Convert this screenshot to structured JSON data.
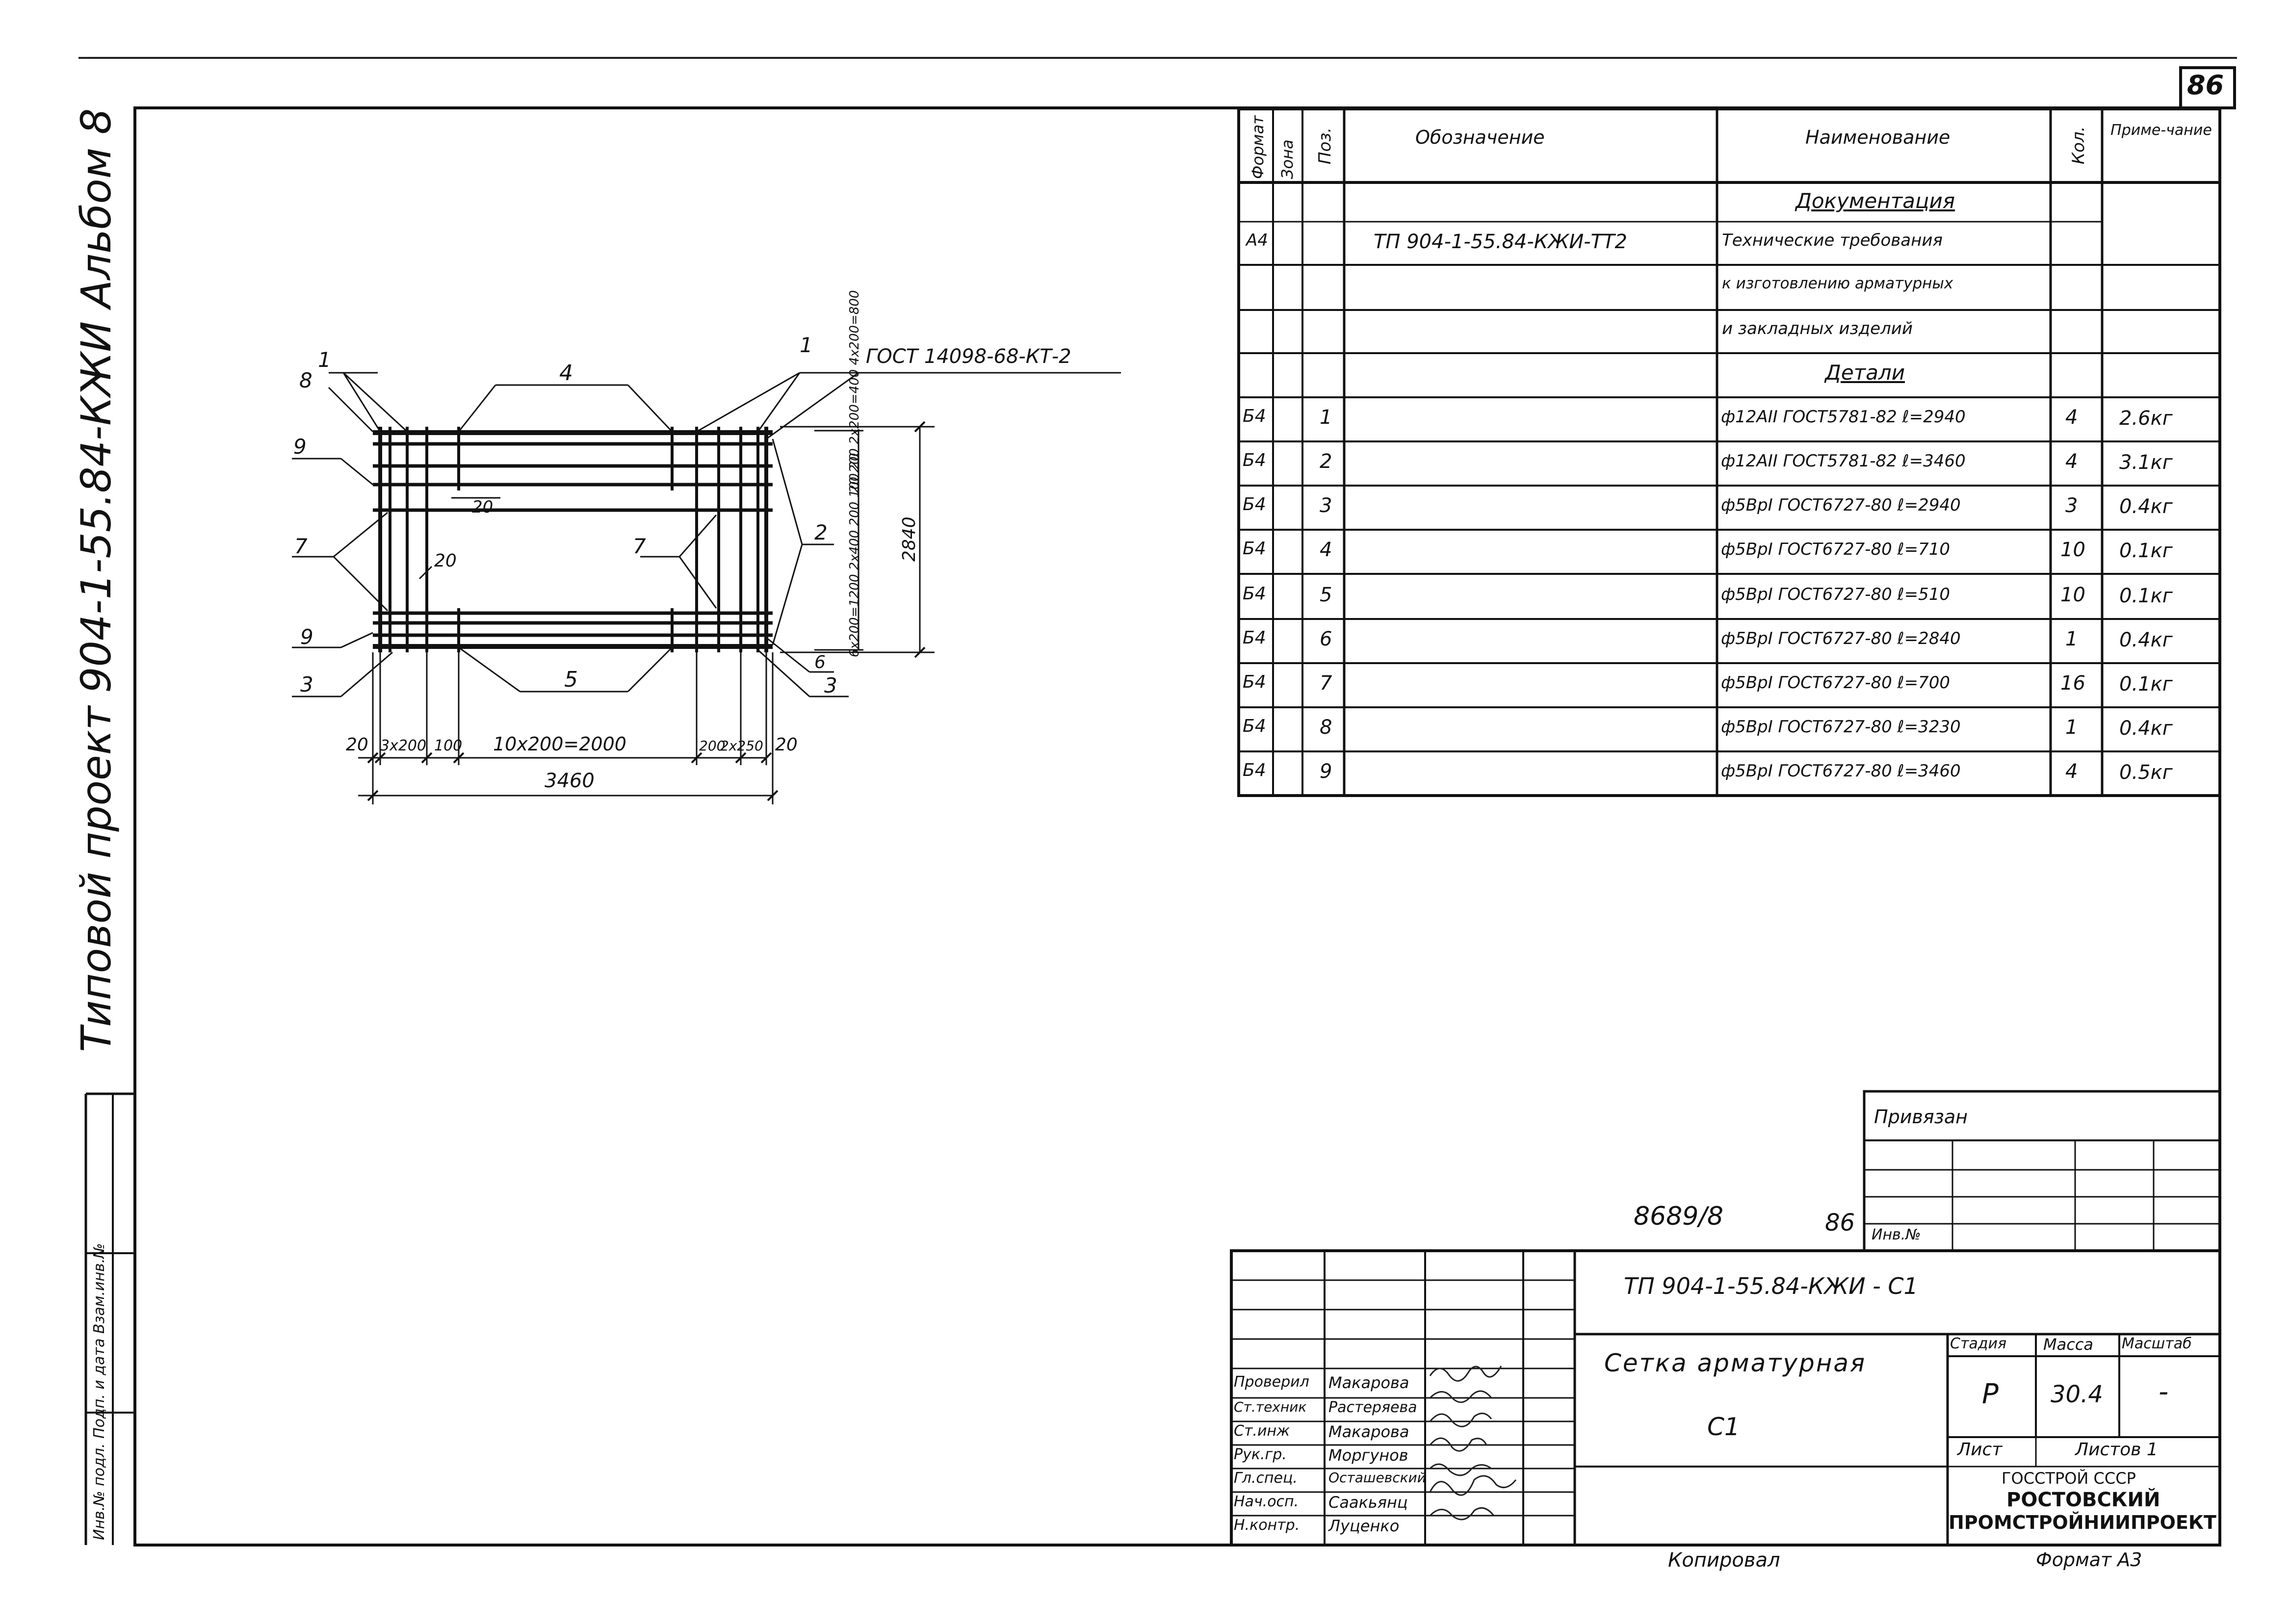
{
  "page_number": "86",
  "left_margin": {
    "title": "Типовой проект 904-1-55.84-КЖИ Альбом 8",
    "inv_label": "Инв.№ подл.  Подп. и дата  Взам.инв.№"
  },
  "drawing": {
    "gost_note": "ГОСТ 14098-68-КТ-2",
    "pos_labels": [
      "1",
      "8",
      "9",
      "7",
      "9",
      "3",
      "4",
      "1",
      "7",
      "2",
      "5",
      "6",
      "3"
    ],
    "dims_bottom": [
      "20",
      "3x200",
      "100",
      "10x200=2000",
      "200",
      "2x250",
      "20"
    ],
    "overall_width": "3460",
    "height_dim": "2840",
    "dim_small": "20",
    "dim_small2": "20",
    "dims_right_top": "20 200 2x200=400 4x200=800",
    "dims_right_bottom": "6x200=1200 2x400 200 100 20"
  },
  "spec_table": {
    "headers": {
      "format": "Формат",
      "zone": "Зона",
      "pos": "Поз.",
      "designation": "Обозначение",
      "name": "Наименование",
      "qty": "Кол.",
      "note": "Приме-чание"
    },
    "section_docs": "Документация",
    "doc_row": {
      "format": "А4",
      "designation": "ТП 904-1-55.84-КЖИ-ТТ2",
      "name_lines": [
        "Технические требования",
        "к изготовлению арматурных",
        "и закладных изделий"
      ]
    },
    "section_details": "Детали",
    "rows": [
      {
        "format": "Б4",
        "pos": "1",
        "name": "ф12АII ГОСТ5781-82 ℓ=2940",
        "qty": "4",
        "note": "2.6кг"
      },
      {
        "format": "Б4",
        "pos": "2",
        "name": "ф12АII ГОСТ5781-82 ℓ=3460",
        "qty": "4",
        "note": "3.1кг"
      },
      {
        "format": "Б4",
        "pos": "3",
        "name": "ф5ВрI ГОСТ6727-80 ℓ=2940",
        "qty": "3",
        "note": "0.4кг"
      },
      {
        "format": "Б4",
        "pos": "4",
        "name": "ф5ВрI ГОСТ6727-80 ℓ=710",
        "qty": "10",
        "note": "0.1кг"
      },
      {
        "format": "Б4",
        "pos": "5",
        "name": "ф5ВрI ГОСТ6727-80 ℓ=510",
        "qty": "10",
        "note": "0.1кг"
      },
      {
        "format": "Б4",
        "pos": "6",
        "name": "ф5ВрI ГОСТ6727-80 ℓ=2840",
        "qty": "1",
        "note": "0.4кг"
      },
      {
        "format": "Б4",
        "pos": "7",
        "name": "ф5ВрI ГОСТ6727-80 ℓ=700",
        "qty": "16",
        "note": "0.1кг"
      },
      {
        "format": "Б4",
        "pos": "8",
        "name": "ф5ВрI ГОСТ6727-80 ℓ=3230",
        "qty": "1",
        "note": "0.4кг"
      },
      {
        "format": "Б4",
        "pos": "9",
        "name": "ф5ВрI ГОСТ6727-80 ℓ=3460",
        "qty": "4",
        "note": "0.5кг"
      }
    ]
  },
  "privyazan": "Привязан",
  "inv_no_label": "Инв.№",
  "sheet_code": "8689/8",
  "sheet_code_num": "86",
  "title_block": {
    "doc_code": "ТП 904-1-55.84-КЖИ - С1",
    "name_line1": "Сетка арматурная",
    "name_line2": "С1",
    "stage_label": "Стадия",
    "mass_label": "Масса",
    "scale_label": "Масштаб",
    "stage": "Р",
    "mass": "30.4",
    "scale": "-",
    "sheet_label": "Лист",
    "sheets_label": "Листов 1",
    "org_line1": "ГОССТРОЙ СССР",
    "org_line2": "РОСТОВСКИЙ",
    "org_line3": "ПРОМСТРОЙНИИПРОЕКТ",
    "signers": [
      {
        "role": "Проверил",
        "name": "Макарова"
      },
      {
        "role": "Ст.техник",
        "name": "Растеряева"
      },
      {
        "role": "Ст.инж",
        "name": "Макарова"
      },
      {
        "role": "Рук.гр.",
        "name": "Моргунов"
      },
      {
        "role": "Гл.спец.",
        "name": "Осташевский"
      },
      {
        "role": "Нач.осп.",
        "name": "Саакьянц"
      },
      {
        "role": "Н.контр.",
        "name": "Луценко"
      }
    ]
  },
  "copied": "Копировал",
  "format": "Формат А3"
}
